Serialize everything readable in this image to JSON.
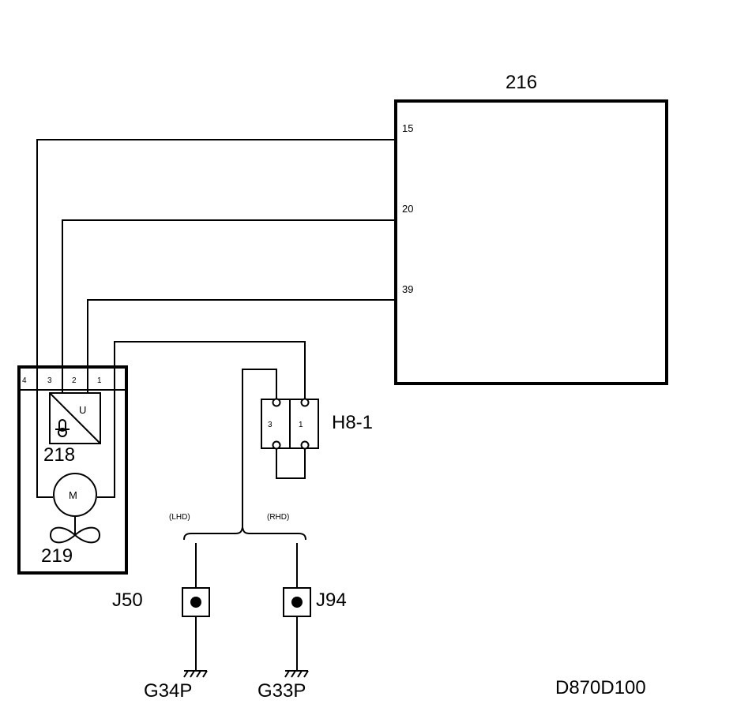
{
  "diagram": {
    "ecu": {
      "label": "216",
      "pins": [
        "15",
        "20",
        "39"
      ]
    },
    "fan_assembly": {
      "sensor_label": "218",
      "motor_label": "219",
      "motor_symbol": "M",
      "sensor_symbol": "U",
      "pins": [
        "4",
        "3",
        "2",
        "1"
      ]
    },
    "connector": {
      "label": "H8-1",
      "pins": [
        "3",
        "1"
      ]
    },
    "branches": {
      "left": "(LHD)",
      "right": "(RHD)"
    },
    "splices": {
      "left": "J50",
      "right": "J94"
    },
    "grounds": {
      "left": "G34P",
      "right": "G33P"
    },
    "drawing_code": "D870D100"
  }
}
